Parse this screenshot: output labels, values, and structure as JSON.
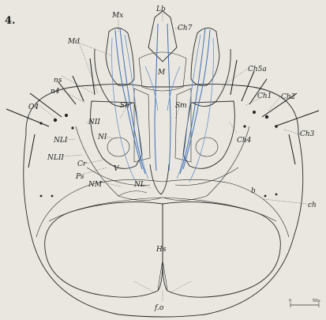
{
  "figure": {
    "number": "4.",
    "labels": {
      "Mx": "Mx",
      "Lb": "Lb",
      "Ch7": "Ch7",
      "Md": "Md",
      "M": "M",
      "Ch5a": "Ch5a",
      "ns": "ns",
      "n4": "n4",
      "O4": "O4",
      "Sh": "Sh",
      "Sm": "Sm",
      "Ch1": "Ch1",
      "Ch2": "Ch2",
      "Ch3": "Ch3",
      "Ch4": "Ch4",
      "NII": "NII",
      "NLI": "NLI",
      "NI": "NI",
      "NLII": "NLII",
      "Cr": "Cr",
      "Ps": "Ps",
      "V": "V",
      "NM": "NM",
      "NL": "NL",
      "b": "b",
      "ch": "ch",
      "Hs": "Hs",
      "fo": "f.o"
    },
    "scale_bar": {
      "start": "0",
      "end": "50μ"
    }
  },
  "colors": {
    "ink": "#2a2a2a",
    "nerve": "#3f6fb7",
    "paper": "#e9e7df"
  }
}
